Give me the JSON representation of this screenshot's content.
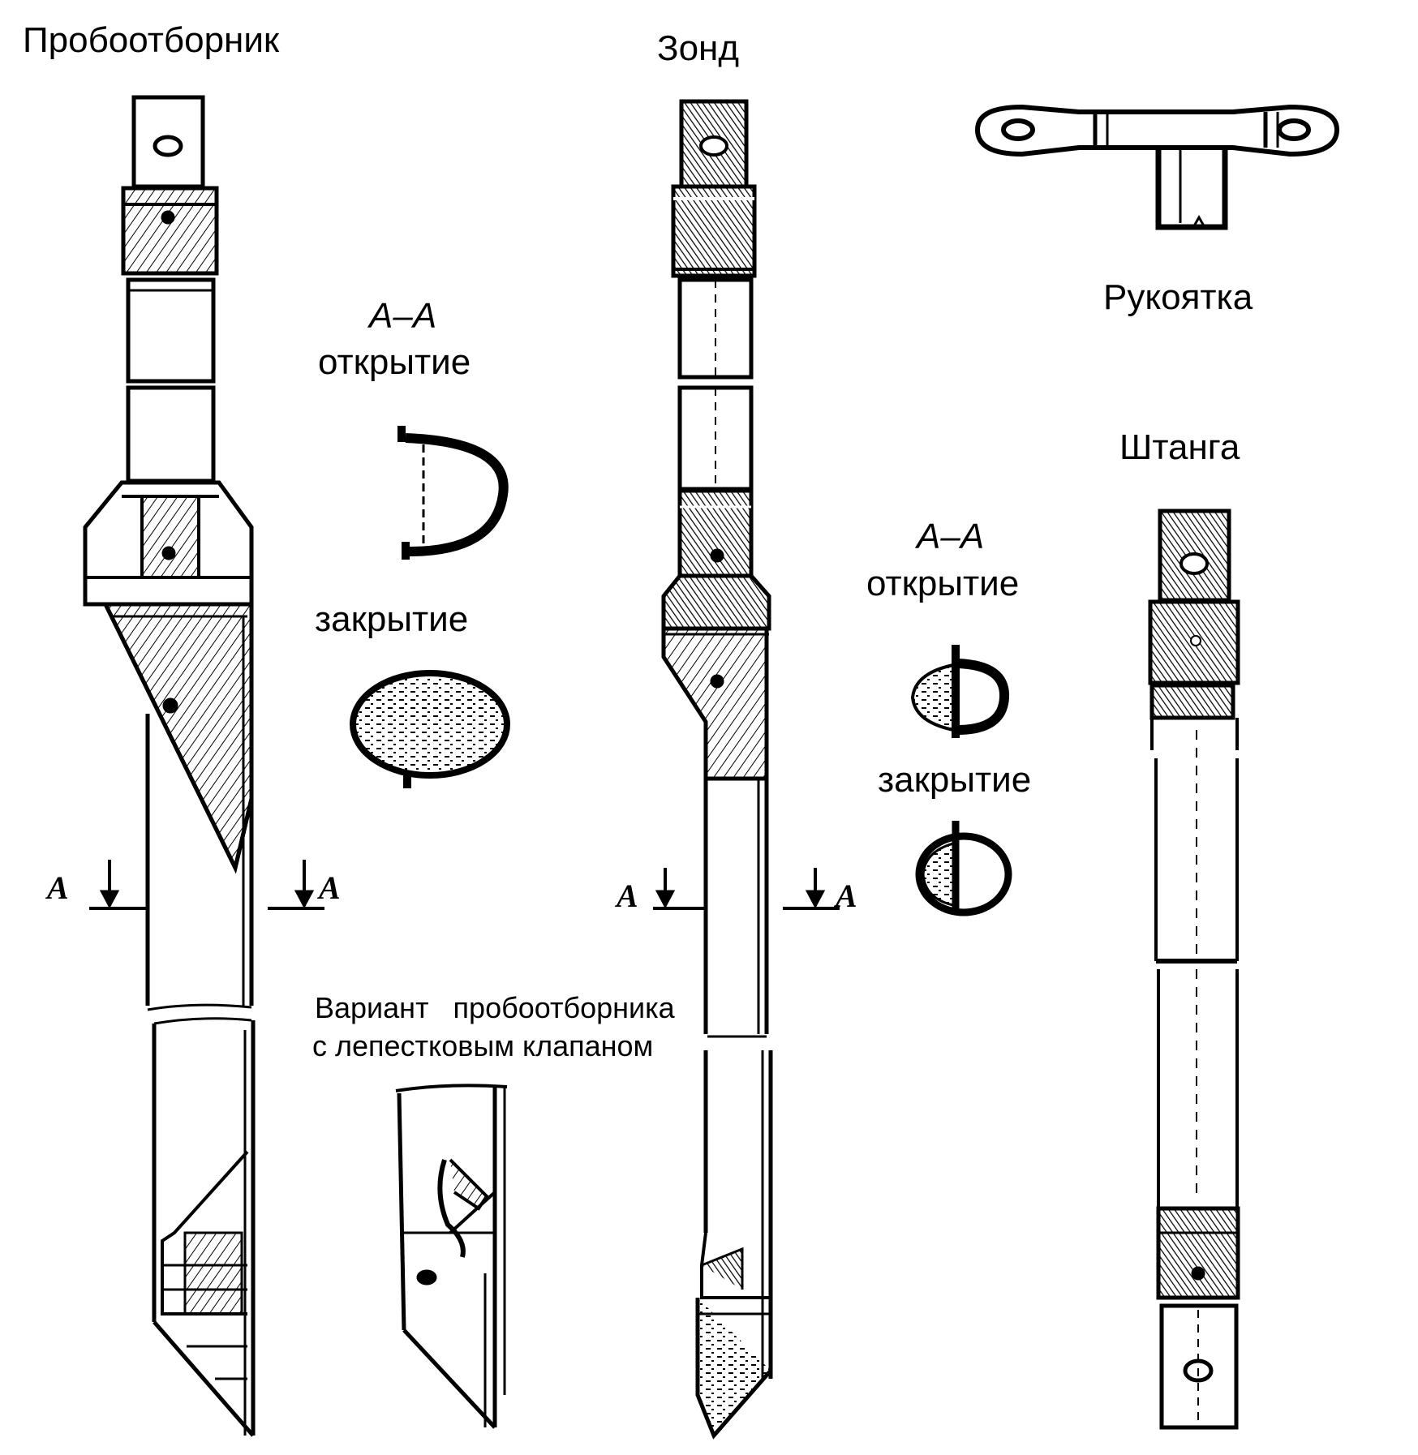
{
  "labels": {
    "sampler": "Пробоотборник",
    "probe": "Зонд",
    "handle": "Рукоятка",
    "rod": "Штанга",
    "section_left": {
      "title": "А–А",
      "open": "открытие",
      "closed": "закрытие"
    },
    "section_right": {
      "title": "А–А",
      "open": "открытие",
      "closed": "закрытие"
    },
    "variant_line1": "Вариант   пробоотборника",
    "variant_line2": "с лепестковым клапаном",
    "section_mark": "А"
  },
  "colors": {
    "ink": "#000000",
    "paper": "#ffffff"
  }
}
